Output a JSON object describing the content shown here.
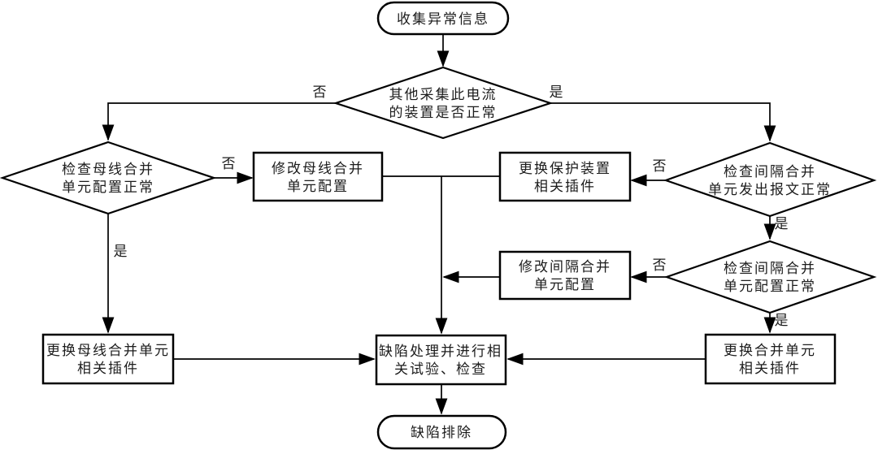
{
  "colors": {
    "background": "#ffffff",
    "line": "#000000",
    "text": "#1c1c1c"
  },
  "labels": {
    "yes": "是",
    "no": "否"
  },
  "nodes": {
    "start": {
      "type": "terminator",
      "lines": [
        "收集异常信息"
      ]
    },
    "check_other_devices": {
      "type": "decision",
      "lines": [
        "其他采集此电流",
        "的装置是否正常"
      ]
    },
    "check_bus_mu_config": {
      "type": "decision",
      "lines": [
        "检查母线合并",
        "单元配置正常"
      ]
    },
    "modify_bus_mu_config": {
      "type": "process",
      "lines": [
        "修改母线合并",
        "单元配置"
      ]
    },
    "replace_protection_plugin": {
      "type": "process",
      "lines": [
        "更换保护装置",
        "相关插件"
      ]
    },
    "check_bay_mu_message": {
      "type": "decision",
      "lines": [
        "检查间隔合并",
        "单元发出报文正常"
      ]
    },
    "modify_bay_mu_config": {
      "type": "process",
      "lines": [
        "修改间隔合并",
        "单元配置"
      ]
    },
    "check_bay_mu_config": {
      "type": "decision",
      "lines": [
        "检查间隔合并",
        "单元配置正常"
      ]
    },
    "replace_bus_mu_plugin": {
      "type": "process",
      "lines": [
        "更换母线合并单元",
        "相关插件"
      ]
    },
    "defect_handling": {
      "type": "process",
      "lines": [
        "缺陷处理并进行相",
        "关试验、检查"
      ]
    },
    "replace_mu_plugin": {
      "type": "process",
      "lines": [
        "更换合并单元",
        "相关插件"
      ]
    },
    "end": {
      "type": "terminator",
      "lines": [
        "缺陷排除"
      ]
    }
  }
}
